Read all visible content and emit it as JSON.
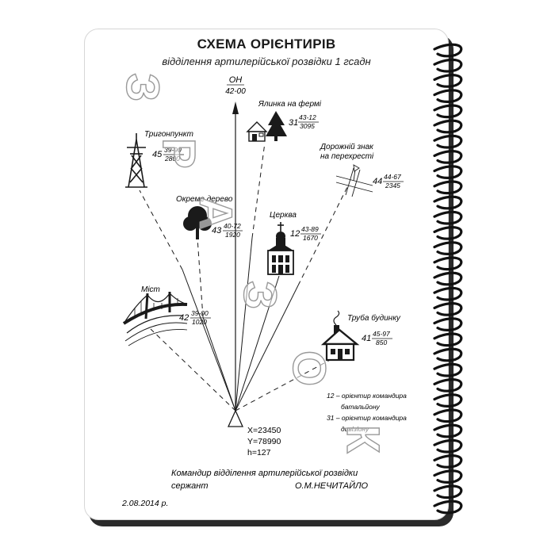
{
  "header": {
    "title": "СХЕМА ОРІЄНТИРІВ",
    "subtitle": "відділення артилерійської розвідки 1 гсадн"
  },
  "north": {
    "label": "ОН",
    "value": "42-00"
  },
  "landmarks": [
    {
      "name": "Тригонпункт",
      "number": "45",
      "top": "39-90",
      "bottom": "2800",
      "icon": "power-tower-icon"
    },
    {
      "name": "Ялинка на фермі",
      "number": "31",
      "top": "43-12",
      "bottom": "3095",
      "icon": "farm-tree-icon"
    },
    {
      "name": "Дорожній знак на перехресті",
      "name_line1": "Дорожній знак",
      "name_line2": "на перехресті",
      "number": "44",
      "top": "44-67",
      "bottom": "2345",
      "icon": "crossroad-sign-icon"
    },
    {
      "name": "Окреме дерево",
      "number": "43",
      "top": "40-72",
      "bottom": "1920",
      "icon": "tree-icon"
    },
    {
      "name": "Церква",
      "number": "12",
      "top": "43-89",
      "bottom": "1670",
      "icon": "church-icon"
    },
    {
      "name": "Міст",
      "number": "42",
      "top": "39-00",
      "bottom": "1020",
      "icon": "bridge-icon"
    },
    {
      "name": "Труба будинку",
      "number": "41",
      "top": "45-97",
      "bottom": "850",
      "icon": "house-chimney-icon"
    }
  ],
  "observation_point": {
    "x": "X=23450",
    "y": "Y=78990",
    "h": "h=127"
  },
  "legend": {
    "line1": "12 – орієнтир командира",
    "line2": "батальйону",
    "line3": "31 – орієнтир командира",
    "line4": "дивізіону"
  },
  "signature": {
    "line1": "Командир відділення артилерійської розвідки",
    "rank": "сержант",
    "name": "О.М.НЕЧИТАЙЛО"
  },
  "date": "2.08.2014 р.",
  "watermark": "ЗРАЗОК",
  "colors": {
    "ink": "#1a1a1a",
    "spiral": "#111111",
    "page": "#ffffff",
    "watermark_stroke": "#9a9a9a"
  }
}
